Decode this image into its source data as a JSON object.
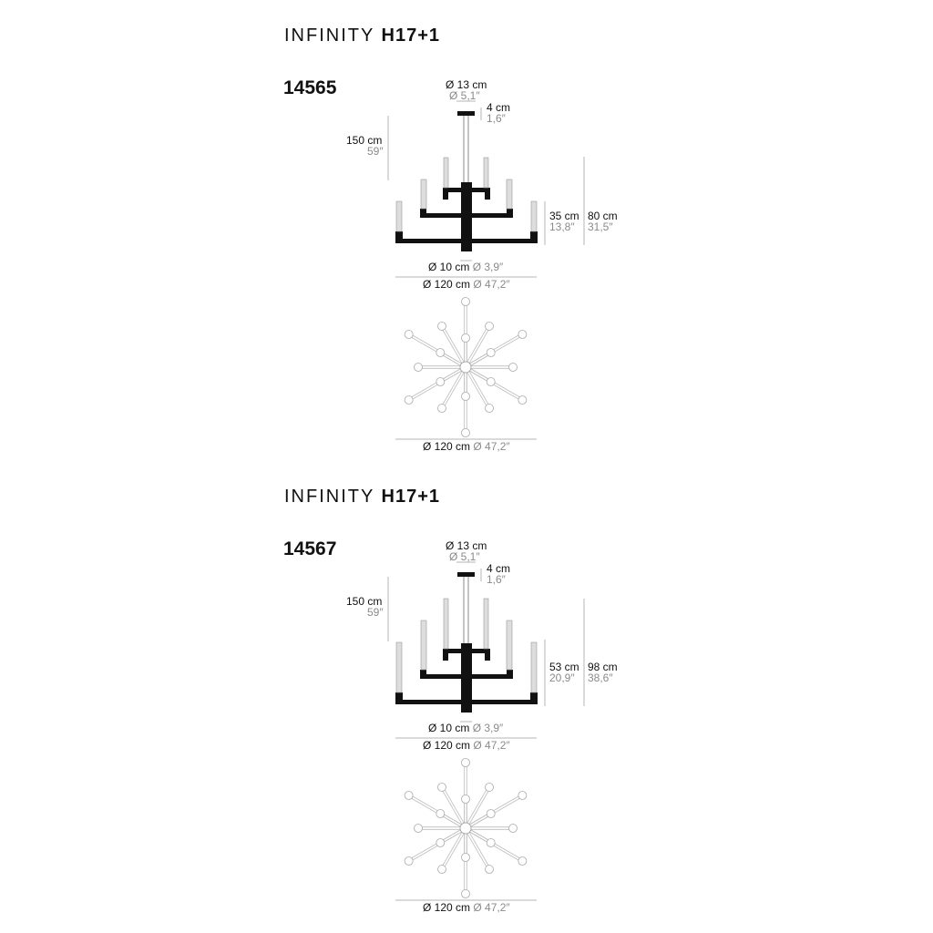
{
  "products": [
    {
      "family": "INFINITY",
      "model": "H17+1",
      "code": "14565",
      "dims": {
        "canopy_diameter_cm": "Ø 13 cm",
        "canopy_diameter_in": "Ø 5,1″",
        "canopy_height_cm": "4 cm",
        "canopy_height_in": "1,6″",
        "cable_length_cm": "150 cm",
        "cable_length_in": "59″",
        "body_height_cm": "35 cm",
        "body_height_in": "13,8″",
        "total_height_cm": "80 cm",
        "total_height_in": "31,5″",
        "stem_diameter_cm": "Ø 10 cm",
        "stem_diameter_in": "Ø 3,9″",
        "width_cm": "Ø 120 cm",
        "width_in": "Ø 47,2″",
        "top_width_cm": "Ø 120 cm",
        "top_width_in": "Ø 47,2″"
      }
    },
    {
      "family": "INFINITY",
      "model": "H17+1",
      "code": "14567",
      "dims": {
        "canopy_diameter_cm": "Ø 13 cm",
        "canopy_diameter_in": "Ø 5,1″",
        "canopy_height_cm": "4 cm",
        "canopy_height_in": "1,6″",
        "cable_length_cm": "150 cm",
        "cable_length_in": "59″",
        "body_height_cm": "53 cm",
        "body_height_in": "20,9″",
        "total_height_cm": "98 cm",
        "total_height_in": "38,6″",
        "stem_diameter_cm": "Ø 10 cm",
        "stem_diameter_in": "Ø 3,9″",
        "width_cm": "Ø 120 cm",
        "width_in": "Ø 47,2″",
        "top_width_cm": "Ø 120 cm",
        "top_width_in": "Ø 47,2″"
      }
    }
  ],
  "colors": {
    "ink": "#111111",
    "gray": "#8a8a8a",
    "line": "#b5b5b5",
    "tube": "#d9d9d9"
  }
}
